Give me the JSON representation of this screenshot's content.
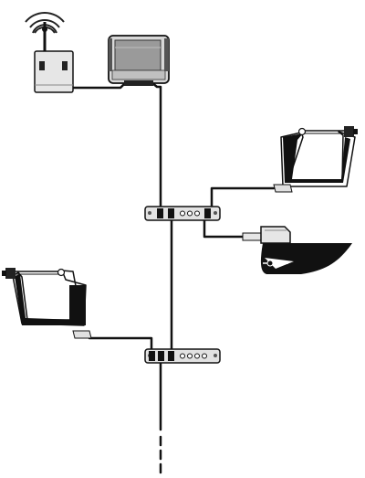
{
  "diagram": {
    "type": "network-topology",
    "components": [
      {
        "id": "gateway",
        "kind": "wireless-gateway",
        "icon": "antenna-router-icon"
      },
      {
        "id": "display",
        "kind": "display-terminal",
        "icon": "monitor-icon"
      },
      {
        "id": "backbone",
        "kind": "backbone-cable",
        "icon": "cable-icon"
      },
      {
        "id": "junction-upper",
        "kind": "junction-box",
        "icon": "junction-box-icon",
        "ports": 6
      },
      {
        "id": "junction-lower",
        "kind": "junction-box",
        "icon": "junction-box-icon",
        "ports": 6
      },
      {
        "id": "sensor-upper-right",
        "kind": "frame-sensor",
        "icon": "frame-sensor-icon"
      },
      {
        "id": "sensor-lower-left",
        "kind": "frame-sensor",
        "icon": "frame-sensor-icon"
      },
      {
        "id": "transducer",
        "kind": "hull-transducer",
        "icon": "transducer-icon"
      },
      {
        "id": "hull",
        "kind": "hull-section",
        "icon": "hull-icon"
      }
    ],
    "connections": [
      {
        "from": "gateway",
        "to": "display"
      },
      {
        "from": "display",
        "to": "junction-upper"
      },
      {
        "from": "junction-upper",
        "to": "sensor-upper-right"
      },
      {
        "from": "junction-upper",
        "to": "transducer"
      },
      {
        "from": "junction-upper",
        "to": "junction-lower"
      },
      {
        "from": "junction-lower",
        "to": "sensor-lower-left"
      },
      {
        "from": "junction-lower",
        "to": "backbone-continuation",
        "style": "dashed"
      }
    ],
    "colors": {
      "outline": "#111111",
      "device_fill": "#e6e6e6",
      "device_shade": "#c8c8c8",
      "screen": "#9a9a9a",
      "cable": "#111111"
    }
  }
}
